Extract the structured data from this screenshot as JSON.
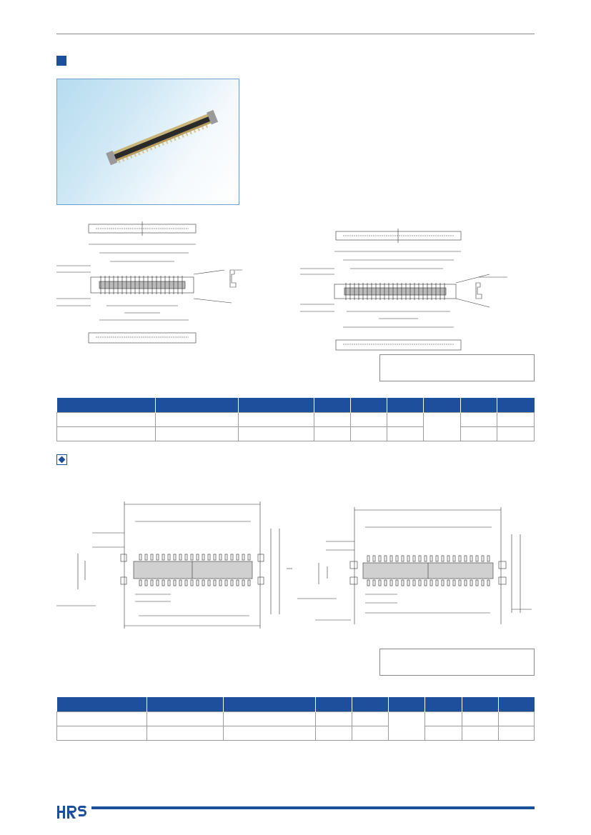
{
  "page": {
    "brand_logo": "HRS",
    "accent_color": "#1c4f9c",
    "section_markers": [
      "square-icon",
      "diamond-icon"
    ]
  },
  "product_photo": {
    "icon": "connector-photo"
  },
  "tables": {
    "product_table": {
      "columns": 9,
      "rows": 2,
      "merged_column": 7
    },
    "pcb_table": {
      "columns": 9,
      "rows": 2,
      "merged_column": 6
    }
  }
}
